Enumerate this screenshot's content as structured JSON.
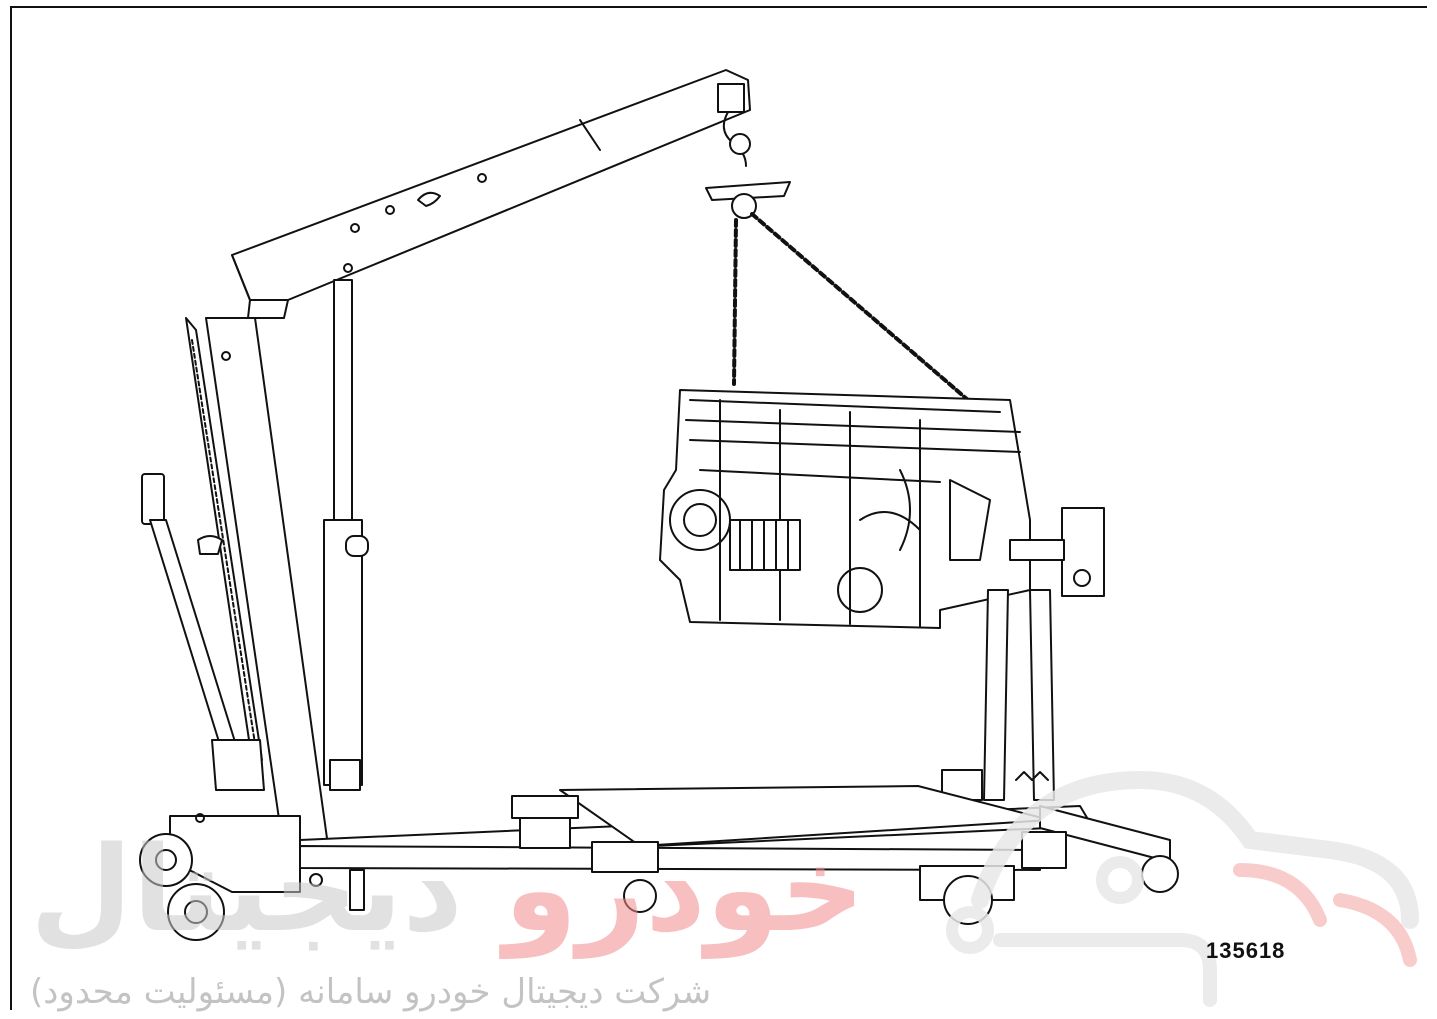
{
  "figure": {
    "id_label": "135618"
  },
  "watermark": {
    "brand_red": "خودرو",
    "brand_grey": "دیجیتال",
    "tagline": "شرکت دیجیتال خودرو سامانه (مسئولیت محدود)",
    "color_red": "#f28b8b",
    "color_grey": "#c9c9c9"
  }
}
